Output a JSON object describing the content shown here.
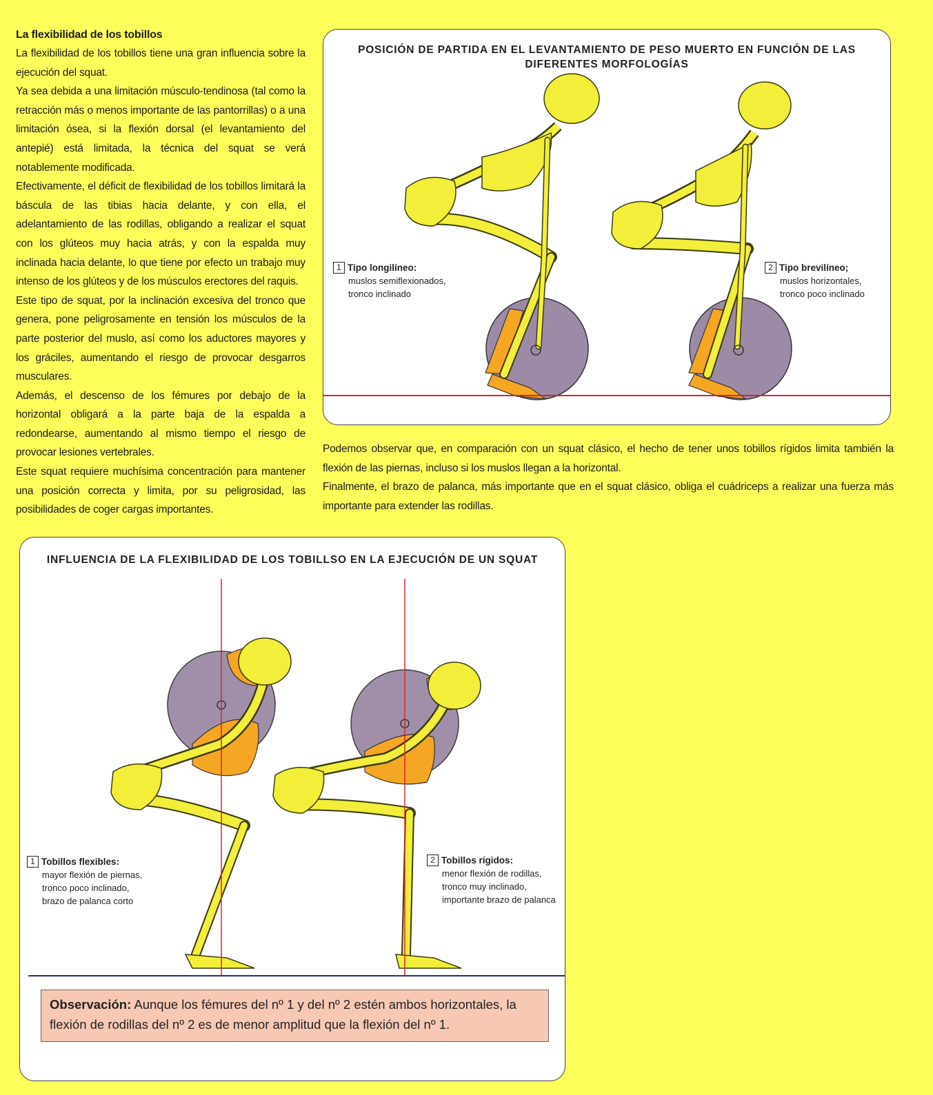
{
  "left_column": {
    "heading": "La flexibilidad de los tobillos",
    "paragraphs": [
      "La flexibilidad de los tobillos tiene una gran influencia sobre la ejecución del squat.",
      "Ya sea debida a una limitación músculo-tendinosa (tal como la retracción más o menos importante de las pantorrillas) o a una limitación ósea, si la flexión dorsal (el levantamiento del antepié) está limitada, la técnica del squat se verá notablemente modificada.",
      "Efectivamente, el déficit de flexibilidad de los tobillos limitará la báscula de las tibias hacia delante, y con ella, el adelantamiento de las rodillas, obligando a realizar el squat con los glúteos muy hacia atrás, y con la espalda muy inclinada hacia delante, lo que tiene por efecto un trabajo muy intenso de los glúteos y de los músculos erectores del raquis.",
      "Este tipo de squat, por la inclinación excesiva del tronco que genera, pone peligrosamente en tensión los músculos de la parte posterior del muslo, así como los aductores mayores y los gráciles, aumentando el riesgo de provocar desgarros musculares.",
      "Además, el descenso de los fémures por debajo de la horizontal obligará a la parte baja de la espalda a redondearse, aumentando al mismo tiempo el riesgo de provocar lesiones vertebrales.",
      "Este squat requiere muchísima concentración para mantener una posición correcta y limita, por su peligrosidad, las posibilidades de coger cargas importantes."
    ]
  },
  "top_figure": {
    "title": "POSICIÓN DE PARTIDA EN EL LEVANTAMIENTO DE PESO MUERTO EN FUNCIÓN DE LAS DIFERENTES MORFOLOGÍAS",
    "legend_1": {
      "number": "1",
      "head": "Tipo longilíneo:",
      "line1": "muslos semiflexionados,",
      "line2": "tronco inclinado"
    },
    "legend_2": {
      "number": "2",
      "head": "Tipo brevilíneo;",
      "line1": "muslos horizontales,",
      "line2": "tronco poco inclinado"
    }
  },
  "right_column": {
    "paragraphs": [
      "Podemos observar que, en comparación con un squat clásico, el hecho de tener unos tobillos rígidos limita también la flexión de las piernas, incluso si los muslos llegan a la horizontal.",
      "Finalmente, el brazo de palanca, más importante que en el squat clásico, obliga el cuádriceps a realizar una fuerza más importante para extender las rodillas."
    ]
  },
  "bottom_figure": {
    "title": "INFLUENCIA DE LA FLEXIBILIDAD DE LOS TOBILLSO EN LA EJECUCIÓN DE UN SQUAT",
    "legend_1": {
      "number": "1",
      "head": "Tobillos flexibles:",
      "line1": "mayor flexión de piernas,",
      "line2": "tronco poco inclinado,",
      "line3": "brazo de palanca corto"
    },
    "legend_2": {
      "number": "2",
      "head": "Tobillos rígidos:",
      "line1": "menor flexión de rodillas,",
      "line2": "tronco muy inclinado,",
      "line3": "importante brazo de palanca"
    },
    "observation_label": "Observación:",
    "observation_text": " Aunque los fémures del nº 1 y del nº 2 estén ambos horizontales, la flexión de rodillas del nº 2 es de menor amplitud que la flexión del nº 1."
  },
  "colors": {
    "page": "#ffff5c",
    "bone": "#f2ee3a",
    "bone_stroke": "#3a3a10",
    "muscle": "#f5a623",
    "disc": "#9c8aa6",
    "ref_line": "#d8242b",
    "floor_line": "#2b2b8c",
    "observation_bg": "#f7c9b4"
  }
}
